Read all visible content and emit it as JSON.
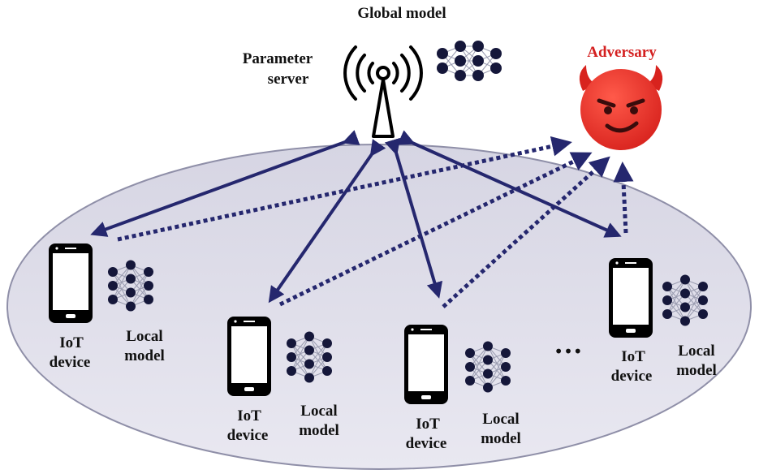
{
  "title": "Global model",
  "server": {
    "label_line1": "Parameter",
    "label_line2": "server"
  },
  "adversary": {
    "label": "Adversary",
    "label_color": "#d42020",
    "face_color": "#e8332e",
    "icon": "devil-emoji-icon"
  },
  "devices": [
    {
      "label_line1": "IoT",
      "label_line2": "device",
      "model_line1": "Local",
      "model_line2": "model"
    },
    {
      "label_line1": "IoT",
      "label_line2": "device",
      "model_line1": "Local",
      "model_line2": "model"
    },
    {
      "label_line1": "IoT",
      "label_line2": "device",
      "model_line1": "Local",
      "model_line2": "model"
    },
    {
      "label_line1": "IoT",
      "label_line2": "device",
      "model_line1": "Local",
      "model_line2": "model"
    }
  ],
  "ellipsis": "•••",
  "colors": {
    "arrow": "#25276e",
    "ellipse_fill": "#e3e2ec",
    "ellipse_stroke": "#8f8fa8",
    "node": "#15173a"
  }
}
